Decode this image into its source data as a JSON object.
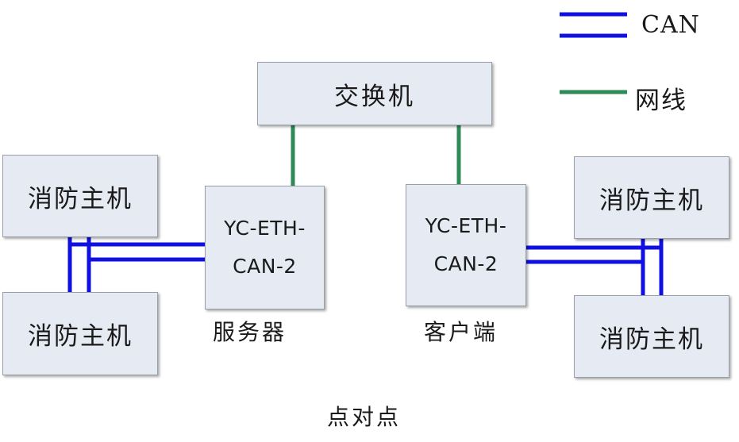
{
  "legend": {
    "can_label": "CAN",
    "network_label": "网线",
    "can_color": "#1010e0",
    "network_color": "#2e8b57"
  },
  "switch": {
    "label": "交换机"
  },
  "left_hosts": [
    {
      "label": "消防主机"
    },
    {
      "label": "消防主机"
    }
  ],
  "right_hosts": [
    {
      "label": "消防主机"
    },
    {
      "label": "消防主机"
    }
  ],
  "server_device": {
    "line1": "YC-ETH-",
    "line2": "CAN-2",
    "caption": "服务器"
  },
  "client_device": {
    "line1": "YC-ETH-",
    "line2": "CAN-2",
    "caption": "客户端"
  },
  "diagram_caption": "点对点",
  "colors": {
    "box_fill": "#e6eaf3",
    "box_border": "#9aa0ab"
  }
}
